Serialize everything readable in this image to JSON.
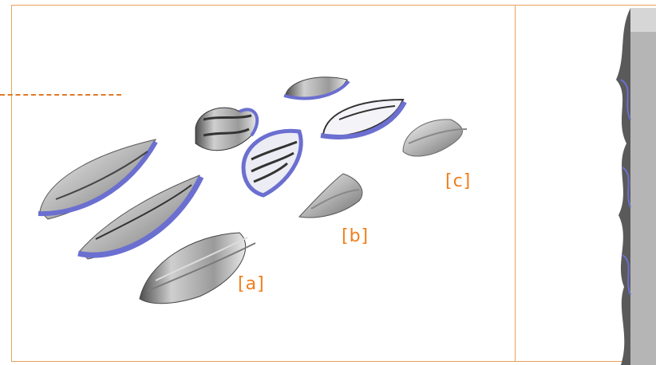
{
  "labels": {
    "a": "[a]",
    "b": "[b]",
    "c": "[c]"
  },
  "colors": {
    "frame": "#e8a25e",
    "label": "#f07f1c",
    "shell_blue": "#6b6fd0",
    "shell_grey": "#b9b9b9"
  }
}
